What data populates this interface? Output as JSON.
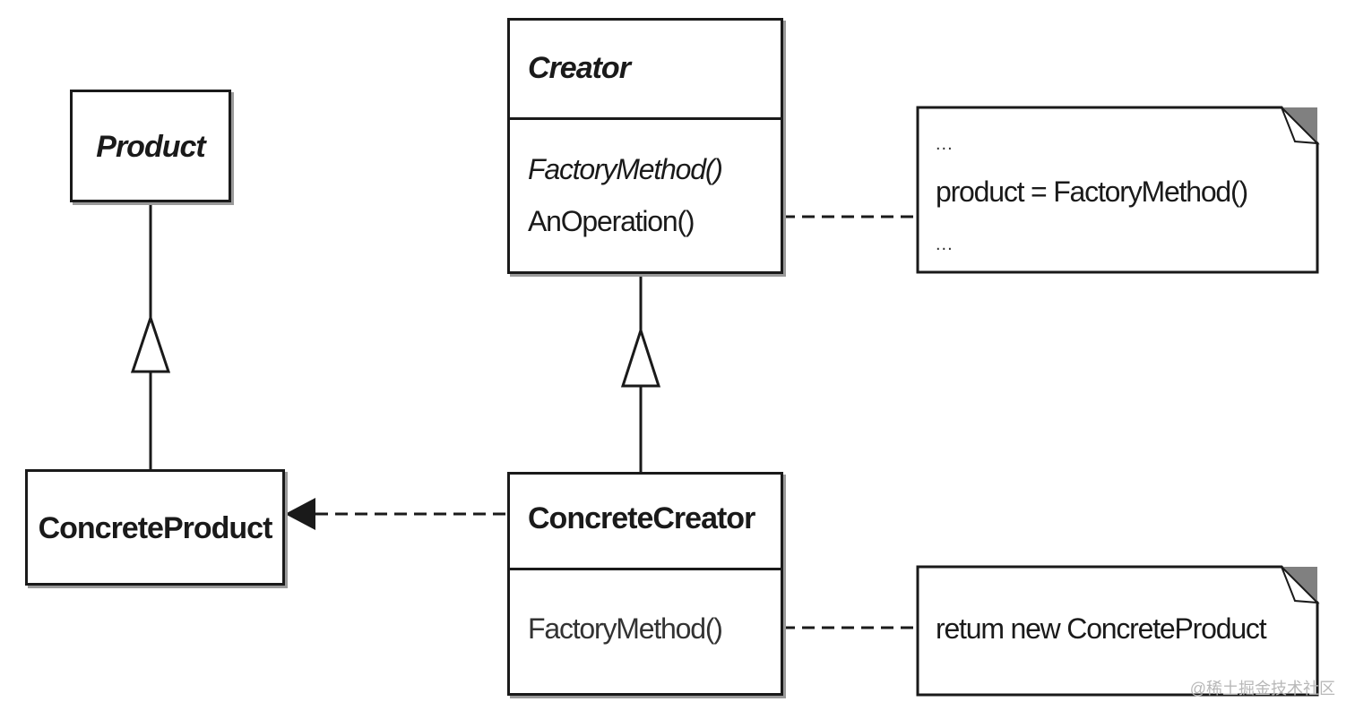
{
  "classes": {
    "product": {
      "name": "Product"
    },
    "concrete_product": {
      "name": "ConcreteProduct"
    },
    "creator": {
      "name": "Creator",
      "operations": [
        "FactoryMethod()",
        "AnOperation()"
      ]
    },
    "concrete_creator": {
      "name": "ConcreteCreator",
      "operations": [
        "FactoryMethod()"
      ]
    }
  },
  "notes": {
    "creator_note": {
      "lines": [
        "...",
        "product = FactoryMethod()",
        "..."
      ]
    },
    "concrete_creator_note": {
      "lines": [
        "retum new ConcreteProduct"
      ]
    }
  },
  "watermark": "@稀土掘金技术社区",
  "colors": {
    "line": "#1a1a1a",
    "note_fold": "#808080"
  }
}
